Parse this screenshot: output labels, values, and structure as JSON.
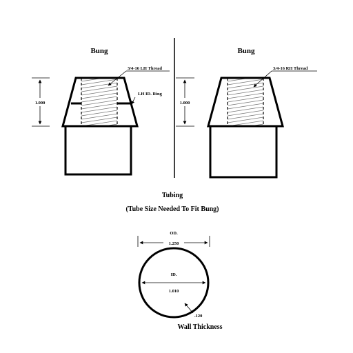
{
  "left_bung": {
    "title": "Bung",
    "thread_label": "3/4-16 LH Thread",
    "ring_label": "LH ID. Ring",
    "height_label": "1.000"
  },
  "right_bung": {
    "title": "Bung",
    "thread_label": "3/4-16 RH Thread",
    "height_label": "1.000"
  },
  "tubing": {
    "title": "Tubing",
    "subtitle": "(Tube Size Needed To Fit Bung)",
    "od_label": "OD.",
    "od_value": "1.250",
    "id_label": "ID.",
    "id_value": "1.010",
    "wall_value": ".120",
    "wall_label": "Wall Thickness"
  }
}
